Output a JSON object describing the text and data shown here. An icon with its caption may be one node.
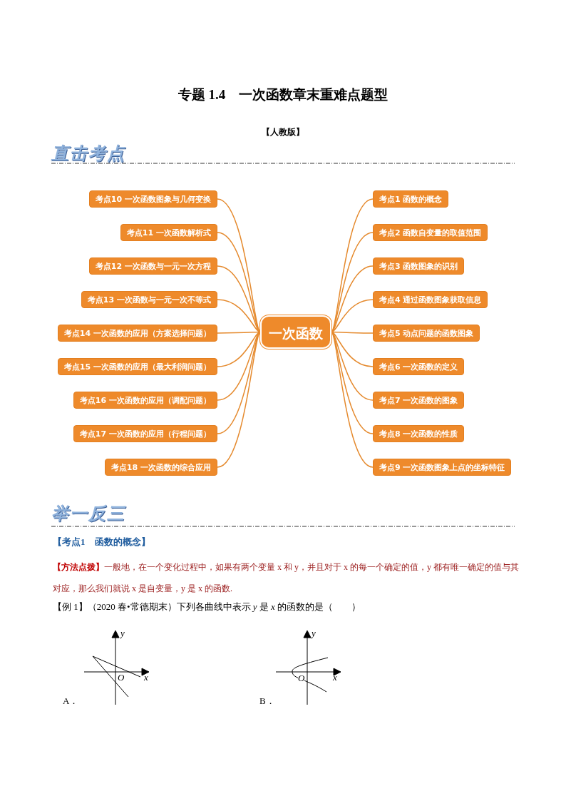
{
  "diagram": {
    "title": "专题 1.4　一次函数章末重难点题型",
    "nodes": [
      {
        "text": [
          "一次函数"
        ]
      },
      {
        "text": [
          "考点1 函数的概念"
        ]
      },
      {
        "text": [
          "考点2 函数自变量的取值范围"
        ]
      },
      {
        "text": [
          "考点3 函数图象的识别"
        ]
      },
      {
        "text": [
          "考点4 通过函数图象获取信息"
        ]
      },
      {
        "text": [
          "考点5 动点问题的函数图象"
        ]
      },
      {
        "text": [
          "考点6 一次函数的定义"
        ]
      },
      {
        "text": [
          "考点7 一次函数的图象"
        ]
      },
      {
        "text": [
          "考点8 一次函数的性质"
        ]
      },
      {
        "text": [
          "考点9 一次函数图象上点的坐标特征"
        ]
      },
      {
        "text": [
          "考点10 一次函数图象与几何变换"
        ]
      },
      {
        "text": [
          "考点11 一次函数解析式"
        ]
      },
      {
        "text": [
          "考点12 一次函数与一元一次方程"
        ]
      },
      {
        "text": [
          "考点13 一次函数与一元一次不等式"
        ]
      },
      {
        "text": [
          "考点14 一次函数的应用（方案选择问题）"
        ]
      },
      {
        "text": [
          "考点15 一次函数的应用（最大利润问题）"
        ]
      },
      {
        "text": [
          "考点16 一次函数的应用（调配问题）"
        ]
      },
      {
        "text": [
          "考点17 一次函数的应用（行程问题）"
        ]
      },
      {
        "text": [
          "考点18 一次函数的综合应用"
        ]
      }
    ],
    "edges": [
      {
        "from": 0,
        "to": 1,
        "arrow": "none"
      },
      {
        "from": 0,
        "to": 2,
        "arrow": "none"
      },
      {
        "from": 0,
        "to": 3,
        "arrow": "none"
      },
      {
        "from": 0,
        "to": 4,
        "arrow": "none"
      },
      {
        "from": 0,
        "to": 5,
        "arrow": "none"
      },
      {
        "from": 0,
        "to": 6,
        "arrow": "none"
      },
      {
        "from": 0,
        "to": 7,
        "arrow": "none"
      },
      {
        "from": 0,
        "to": 8,
        "arrow": "none"
      },
      {
        "from": 0,
        "to": 9,
        "arrow": "none"
      },
      {
        "from": 0,
        "to": 10,
        "arrow": "none"
      },
      {
        "from": 0,
        "to": 11,
        "arrow": "none"
      },
      {
        "from": 0,
        "to": 12,
        "arrow": "none"
      },
      {
        "from": 0,
        "to": 13,
        "arrow": "none"
      },
      {
        "from": 0,
        "to": 14,
        "arrow": "none"
      },
      {
        "from": 0,
        "to": 15,
        "arrow": "none"
      },
      {
        "from": 0,
        "to": 16,
        "arrow": "none"
      },
      {
        "from": 0,
        "to": 17,
        "arrow": "none"
      },
      {
        "from": 0,
        "to": 18,
        "arrow": "none"
      }
    ],
    "labels": [
      "【人教版】",
      "直击考点",
      "举一反三",
      "【考点1　函数的概念】",
      "**【方法点拨】**一般地，在一个变化过程中，如果有两个变量 x 和 y，并且对于 x 的每一个确定的值，y 都有唯一确定的值与其对应，那么我们就说 x 是自变量，y 是 x 的函数.",
      "【例 1】（2020 春•常德期末）下列各曲线中表示 *y* 是 *x* 的函数的是（　　）",
      "y",
      "O",
      "x",
      "A．",
      "y",
      "O",
      "x",
      "B．"
    ]
  }
}
